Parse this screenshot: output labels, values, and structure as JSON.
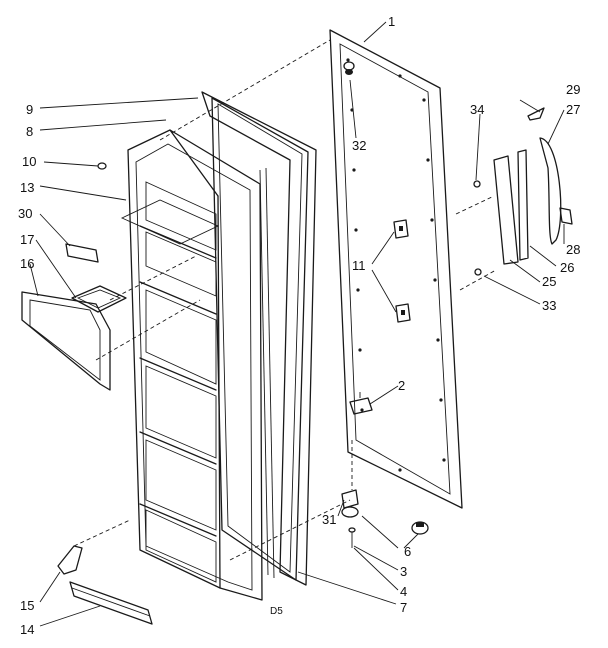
{
  "diagram": {
    "code": "D5",
    "callouts": [
      "1",
      "2",
      "3",
      "4",
      "6",
      "7",
      "8",
      "9",
      "10",
      "11",
      "13",
      "14",
      "15",
      "16",
      "17",
      "25",
      "26",
      "27",
      "28",
      "29",
      "30",
      "31",
      "32",
      "33",
      "34"
    ]
  }
}
